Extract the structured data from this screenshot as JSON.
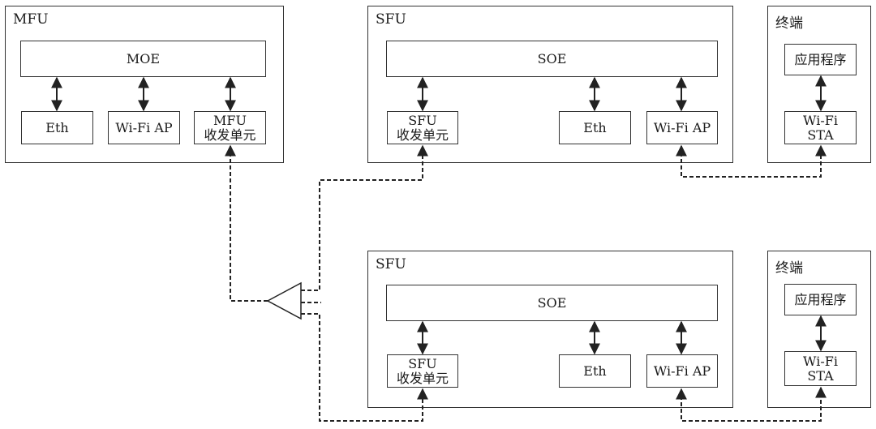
{
  "mfu": {
    "title": "MFU",
    "moe": "MOE",
    "eth": "Eth",
    "wifi_ap": "Wi-Fi AP",
    "transceiver_l1": "MFU",
    "transceiver_l2": "收发单元"
  },
  "sfu_top": {
    "title": "SFU",
    "soe": "SOE",
    "transceiver_l1": "SFU",
    "transceiver_l2": "收发单元",
    "eth": "Eth",
    "wifi_ap": "Wi-Fi AP"
  },
  "terminal_top": {
    "title": "终端",
    "app": "应用程序",
    "sta_l1": "Wi-Fi",
    "sta_l2": "STA"
  },
  "sfu_bottom": {
    "title": "SFU",
    "soe": "SOE",
    "transceiver_l1": "SFU",
    "transceiver_l2": "收发单元",
    "eth": "Eth",
    "wifi_ap": "Wi-Fi AP"
  },
  "terminal_bottom": {
    "title": "终端",
    "app": "应用程序",
    "sta_l1": "Wi-Fi",
    "sta_l2": "STA"
  }
}
